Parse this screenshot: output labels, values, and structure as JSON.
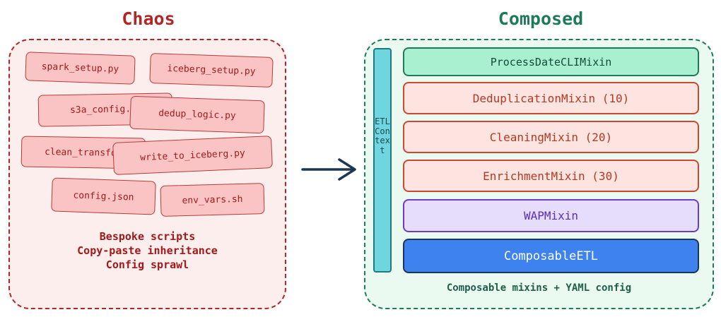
{
  "chaos": {
    "title": "Chaos",
    "files": [
      "spark_setup.py",
      "iceberg_setup.py",
      "s3a_config.py",
      "dedup_logic.py",
      "clean_transform.py",
      "write_to_iceberg.py",
      "config.json",
      "env_vars.sh"
    ],
    "notes": [
      "Bespoke scripts",
      "Copy-paste inheritance",
      "Config sprawl"
    ],
    "colors": {
      "border": "#b32626",
      "fill": "#fdeeee",
      "file_fill": "#fbc4c4"
    }
  },
  "composed": {
    "title": "Composed",
    "context_label": "ETLContext",
    "mixins": [
      "ProcessDateCLIMixin",
      "DeduplicationMixin (10)",
      "CleaningMixin (20)",
      "EnrichmentMixin (30)",
      "WAPMixin",
      "ComposableETL"
    ],
    "caption": "Composable mixins + YAML config",
    "colors": {
      "border": "#1f7a5c",
      "fill": "#eafaf1",
      "base_class": "#3d82ef",
      "wap": "#e6dcfb"
    }
  },
  "arrow": {
    "icon": "arrow-right-icon",
    "color": "#1d3557"
  }
}
